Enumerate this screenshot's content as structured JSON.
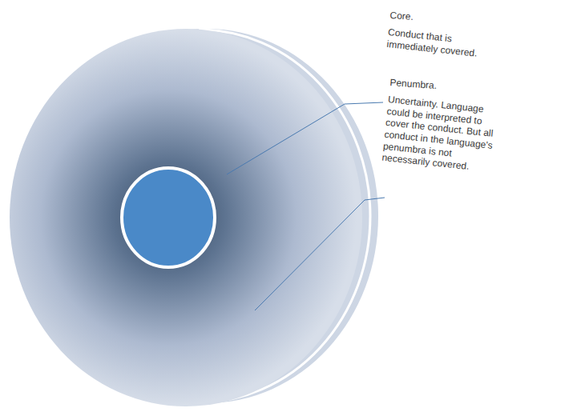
{
  "diagram": {
    "labels": [
      "Core.",
      "Conduct that is immediately covered.",
      "Penumbra.",
      "Uncertainty. Language could be interpreted to cover the conduct. But all conduct in the language's penumbra is not necessarily covered."
    ]
  }
}
